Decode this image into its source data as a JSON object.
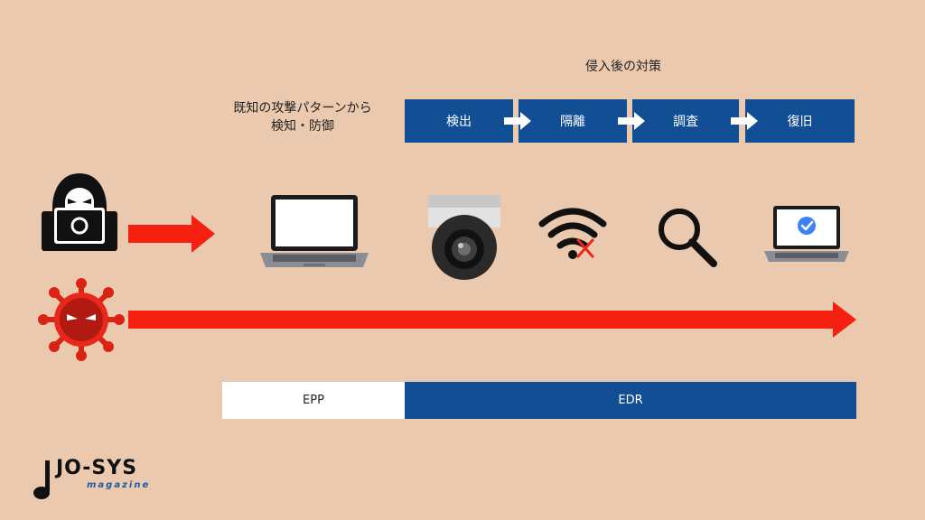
{
  "header": {
    "title": "侵入後の対策"
  },
  "known_attack": {
    "line1": "既知の攻撃パターンから",
    "line2": "検知・防御"
  },
  "steps": [
    {
      "label": "検出"
    },
    {
      "label": "隔離"
    },
    {
      "label": "調査"
    },
    {
      "label": "復旧"
    }
  ],
  "bars": {
    "epp": "EPP",
    "edr": "EDR"
  },
  "logo": {
    "brand": "JO-SYS",
    "tagline": "magazine"
  },
  "colors": {
    "background": "#ebc9ae",
    "step_blue": "#124e94",
    "arrow_red": "#f5200f",
    "epp_white": "#ffffff"
  },
  "icons": [
    "hacker-icon",
    "virus-icon",
    "laptop-icon",
    "security-camera-icon",
    "wifi-off-icon",
    "magnifier-icon",
    "verified-laptop-icon"
  ]
}
